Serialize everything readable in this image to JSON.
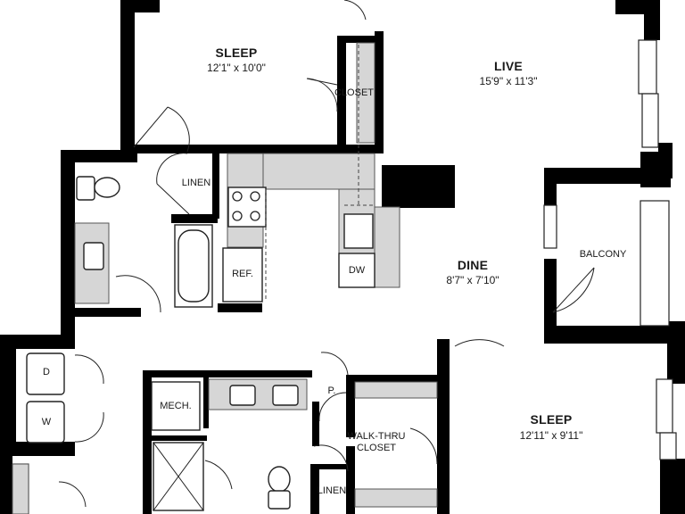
{
  "rooms": [
    {
      "id": "sleep_top",
      "name": "SLEEP",
      "dims": "12'1\" x 10'0\""
    },
    {
      "id": "live",
      "name": "LIVE",
      "dims": "15'9\" x 11'3\""
    },
    {
      "id": "dine",
      "name": "DINE",
      "dims": "8'7\" x 7'10\""
    },
    {
      "id": "sleep_bottom",
      "name": "SLEEP",
      "dims": "12'11\" x 9'11\""
    }
  ],
  "labels": {
    "closet": "CLOSET",
    "linen_top": "LINEN",
    "ref": "REF.",
    "dw": "DW",
    "balcony": "BALCONY",
    "dryer": "D",
    "washer": "W",
    "mech": "MECH.",
    "pantry": "P.",
    "walk_thru_line1": "WALK-THRU",
    "walk_thru_line2": "CLOSET",
    "linen_bottom": "LINEN"
  }
}
